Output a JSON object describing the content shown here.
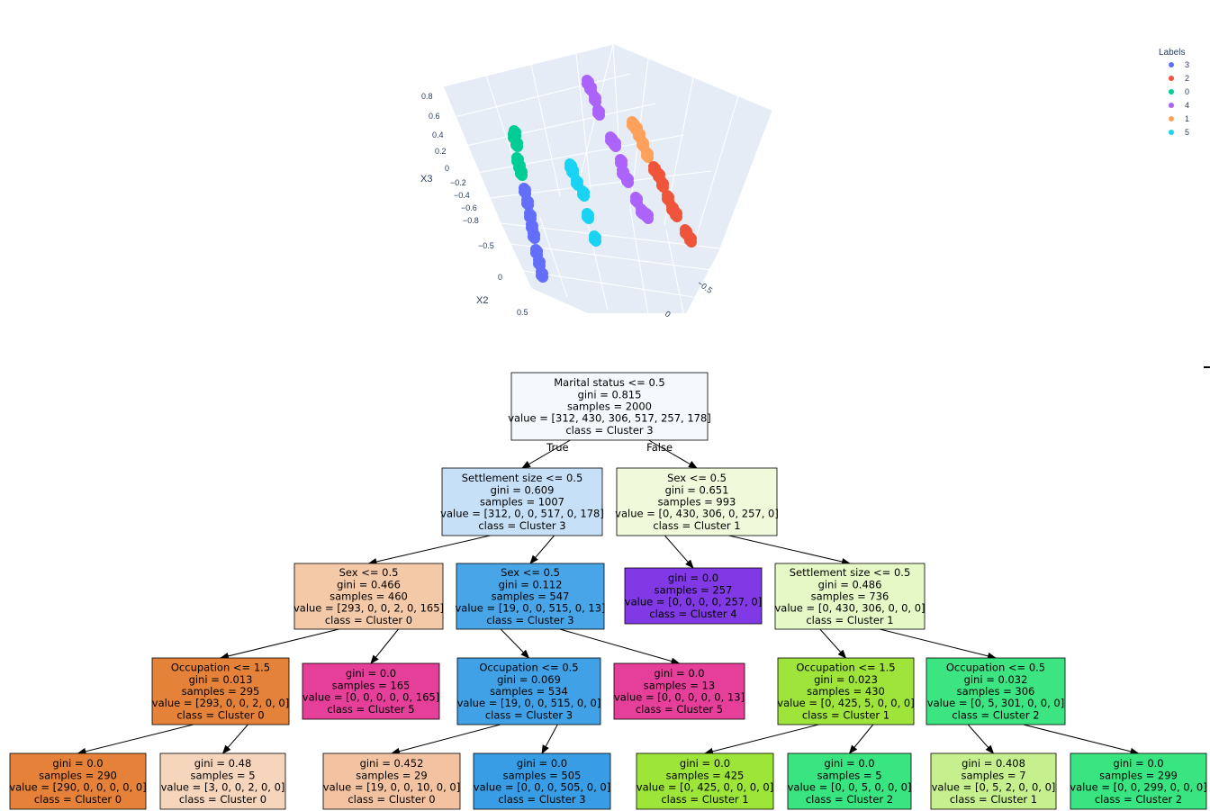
{
  "chart_data": [
    {
      "type": "scatter3d",
      "axes": {
        "x3": {
          "title": "X3",
          "ticks": [
            "0.8",
            "0.6",
            "0.4",
            "0.2",
            "0",
            "−0.2",
            "−0.4",
            "−0.6",
            "−0.8"
          ]
        },
        "x2": {
          "title": "X2",
          "ticks": [
            "−0.5",
            "0",
            "0.5"
          ]
        },
        "x1": {
          "title": "",
          "ticks": [
            "−0.5",
            "0"
          ]
        }
      },
      "legend": {
        "title": "Labels",
        "placement": "top-right",
        "entries": [
          {
            "label": "3",
            "color": "#636efa"
          },
          {
            "label": "2",
            "color": "#ef553b"
          },
          {
            "label": "0",
            "color": "#00cc96"
          },
          {
            "label": "4",
            "color": "#ab63fa"
          },
          {
            "label": "1",
            "color": "#ffa15a"
          },
          {
            "label": "5",
            "color": "#19d3f3"
          }
        ]
      },
      "scene_background": "#e5ecf6"
    },
    {
      "type": "decision_tree",
      "edge_labels": {
        "true": "True",
        "false": "False"
      },
      "nodes": [
        {
          "id": "n0",
          "lines": [
            "Marital status <= 0.5",
            "gini = 0.815",
            "samples = 2000",
            "value = [312, 430, 306, 517, 257, 178]",
            "class = Cluster 3"
          ],
          "fill": "#f4f9fe"
        },
        {
          "id": "n1",
          "lines": [
            "Settlement size <= 0.5",
            "gini = 0.609",
            "samples = 1007",
            "value = [312, 0, 0, 517, 0, 178]",
            "class = Cluster 3"
          ],
          "fill": "#c6e0f7"
        },
        {
          "id": "n2",
          "lines": [
            "Sex <= 0.5",
            "gini = 0.651",
            "samples = 993",
            "value = [0, 430, 306, 0, 257, 0]",
            "class = Cluster 1"
          ],
          "fill": "#effada"
        },
        {
          "id": "n3",
          "lines": [
            "Sex <= 0.5",
            "gini = 0.466",
            "samples = 460",
            "value = [293, 0, 0, 2, 0, 165]",
            "class = Cluster 0"
          ],
          "fill": "#f4c9a8"
        },
        {
          "id": "n4",
          "lines": [
            "Sex <= 0.5",
            "gini = 0.112",
            "samples = 547",
            "value = [19, 0, 0, 515, 0, 13]",
            "class = Cluster 3"
          ],
          "fill": "#48a5e7"
        },
        {
          "id": "n5",
          "lines": [
            "gini = 0.0",
            "samples = 257",
            "value = [0, 0, 0, 0, 257, 0]",
            "class = Cluster 4"
          ],
          "fill": "#8139e5"
        },
        {
          "id": "n6",
          "lines": [
            "Settlement size <= 0.5",
            "gini = 0.486",
            "samples = 736",
            "value = [0, 430, 306, 0, 0, 0]",
            "class = Cluster 1"
          ],
          "fill": "#e5f8c6"
        },
        {
          "id": "n7",
          "lines": [
            "Occupation <= 1.5",
            "gini = 0.013",
            "samples = 295",
            "value = [293, 0, 0, 2, 0, 0]",
            "class = Cluster 0"
          ],
          "fill": "#e5823a"
        },
        {
          "id": "n8",
          "lines": [
            "gini = 0.0",
            "samples = 165",
            "value = [0, 0, 0, 0, 0, 165]",
            "class = Cluster 5"
          ],
          "fill": "#e53f99"
        },
        {
          "id": "n9",
          "lines": [
            "Occupation <= 0.5",
            "gini = 0.069",
            "samples = 534",
            "value = [19, 0, 0, 515, 0, 0]",
            "class = Cluster 3"
          ],
          "fill": "#41a1e6"
        },
        {
          "id": "n10",
          "lines": [
            "gini = 0.0",
            "samples = 13",
            "value = [0, 0, 0, 0, 0, 13]",
            "class = Cluster 5"
          ],
          "fill": "#e53f99"
        },
        {
          "id": "n11",
          "lines": [
            "Occupation <= 1.5",
            "gini = 0.023",
            "samples = 430",
            "value = [0, 425, 5, 0, 0, 0]",
            "class = Cluster 1"
          ],
          "fill": "#9fe43b"
        },
        {
          "id": "n12",
          "lines": [
            "Occupation <= 0.5",
            "gini = 0.032",
            "samples = 306",
            "value = [0, 5, 301, 0, 0, 0]",
            "class = Cluster 2"
          ],
          "fill": "#3ce582"
        },
        {
          "id": "n13",
          "lines": [
            "gini = 0.0",
            "samples = 290",
            "value = [290, 0, 0, 0, 0, 0]",
            "class = Cluster 0"
          ],
          "fill": "#e58139"
        },
        {
          "id": "n14",
          "lines": [
            "gini = 0.48",
            "samples = 5",
            "value = [3, 0, 0, 2, 0, 0]",
            "class = Cluster 0"
          ],
          "fill": "#f6d5bd"
        },
        {
          "id": "n15",
          "lines": [
            "gini = 0.452",
            "samples = 29",
            "value = [19, 0, 0, 10, 0, 0]",
            "class = Cluster 0"
          ],
          "fill": "#f3c3a1"
        },
        {
          "id": "n16",
          "lines": [
            "gini = 0.0",
            "samples = 505",
            "value = [0, 0, 0, 505, 0, 0]",
            "class = Cluster 3"
          ],
          "fill": "#399de5"
        },
        {
          "id": "n17",
          "lines": [
            "gini = 0.0",
            "samples = 425",
            "value = [0, 425, 0, 0, 0, 0]",
            "class = Cluster 1"
          ],
          "fill": "#9de539"
        },
        {
          "id": "n18",
          "lines": [
            "gini = 0.0",
            "samples = 5",
            "value = [0, 0, 5, 0, 0, 0]",
            "class = Cluster 2"
          ],
          "fill": "#39e581"
        },
        {
          "id": "n19",
          "lines": [
            "gini = 0.408",
            "samples = 7",
            "value = [0, 5, 2, 0, 0, 0]",
            "class = Cluster 1"
          ],
          "fill": "#c6f08e"
        },
        {
          "id": "n20",
          "lines": [
            "gini = 0.0",
            "samples = 299",
            "value = [0, 0, 299, 0, 0, 0]",
            "class = Cluster 2"
          ],
          "fill": "#39e581"
        }
      ],
      "edges": [
        {
          "from": "n0",
          "to": "n1",
          "label": "True"
        },
        {
          "from": "n0",
          "to": "n2",
          "label": "False"
        },
        {
          "from": "n1",
          "to": "n3"
        },
        {
          "from": "n1",
          "to": "n4"
        },
        {
          "from": "n2",
          "to": "n5"
        },
        {
          "from": "n2",
          "to": "n6"
        },
        {
          "from": "n3",
          "to": "n7"
        },
        {
          "from": "n3",
          "to": "n8"
        },
        {
          "from": "n4",
          "to": "n9"
        },
        {
          "from": "n4",
          "to": "n10"
        },
        {
          "from": "n6",
          "to": "n11"
        },
        {
          "from": "n6",
          "to": "n12"
        },
        {
          "from": "n7",
          "to": "n13"
        },
        {
          "from": "n7",
          "to": "n14"
        },
        {
          "from": "n9",
          "to": "n15"
        },
        {
          "from": "n9",
          "to": "n16"
        },
        {
          "from": "n11",
          "to": "n17"
        },
        {
          "from": "n11",
          "to": "n18"
        },
        {
          "from": "n12",
          "to": "n19"
        },
        {
          "from": "n12",
          "to": "n20"
        }
      ]
    }
  ]
}
